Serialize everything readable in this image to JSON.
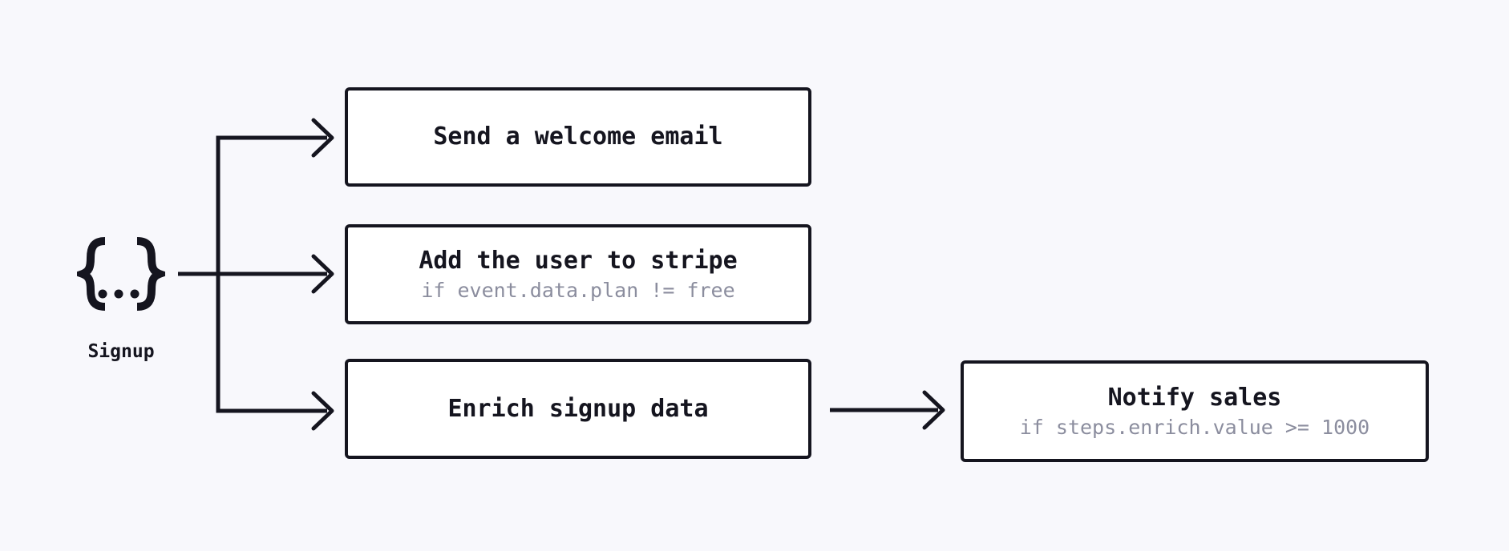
{
  "diagram": {
    "event": {
      "icon": "curly-braces-event-icon",
      "label": "Signup"
    },
    "nodes": [
      {
        "id": "welcome",
        "title": "Send a welcome email",
        "condition": ""
      },
      {
        "id": "stripe",
        "title": "Add the user to stripe",
        "condition": "if event.data.plan != free"
      },
      {
        "id": "enrich",
        "title": "Enrich signup data",
        "condition": ""
      },
      {
        "id": "notify",
        "title": "Notify sales",
        "condition": "if steps.enrich.value >= 1000"
      }
    ],
    "edges": [
      {
        "from": "signup-event",
        "to": "welcome"
      },
      {
        "from": "signup-event",
        "to": "stripe"
      },
      {
        "from": "signup-event",
        "to": "enrich"
      },
      {
        "from": "enrich",
        "to": "notify"
      }
    ],
    "colors": {
      "background": "#f8f8fc",
      "ink": "#15151f",
      "muted": "#8b8d9e",
      "node_fill": "#ffffff"
    }
  }
}
